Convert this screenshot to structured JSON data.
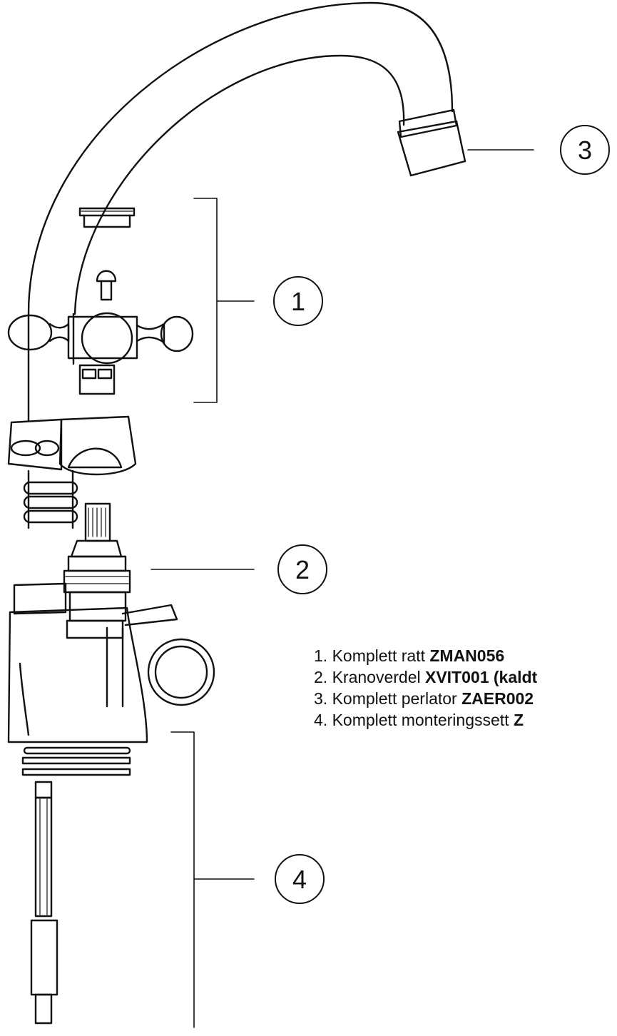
{
  "callouts": {
    "c1": "1",
    "c2": "2",
    "c3": "3",
    "c4": "4"
  },
  "parts": [
    {
      "prefix": "1. Komplett ratt ",
      "code": "ZMAN056"
    },
    {
      "prefix": "2. Kranoverdel  ",
      "code": "XVIT001 (kaldt"
    },
    {
      "prefix": "3. Komplett perlator ",
      "code": "ZAER002"
    },
    {
      "prefix": "4. Komplett monteringssett ",
      "code": "Z"
    }
  ]
}
